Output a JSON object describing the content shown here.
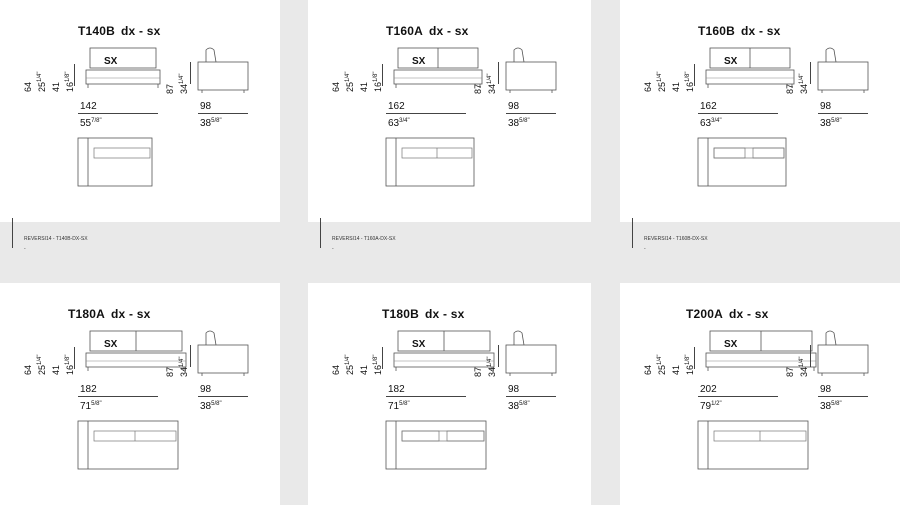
{
  "cards": [
    {
      "code": "T140B",
      "config": "dx - sx",
      "sx": "SX",
      "h_total": "64",
      "h_total_in": "25",
      "h_total_frac": "1/4\"",
      "h_seat": "41",
      "h_seat_in": "16",
      "h_seat_frac": "1/8\"",
      "d_total": "87",
      "d_total_in": "34",
      "d_total_frac": "1/4\"",
      "w_cm": "142",
      "w_in": "55",
      "w_in_frac": "7/8\"",
      "depth_cm": "98",
      "depth_in": "38",
      "depth_in_frac": "5/8\"",
      "footer_ref": "REVERSI14 - T140B-DX-SX",
      "footer_dash": "-"
    },
    {
      "code": "T160A",
      "config": "dx - sx",
      "sx": "SX",
      "h_total": "64",
      "h_total_in": "25",
      "h_total_frac": "1/4\"",
      "h_seat": "41",
      "h_seat_in": "16",
      "h_seat_frac": "1/8\"",
      "d_total": "87",
      "d_total_in": "34",
      "d_total_frac": "1/4\"",
      "w_cm": "162",
      "w_in": "63",
      "w_in_frac": "3/4\"",
      "depth_cm": "98",
      "depth_in": "38",
      "depth_in_frac": "5/8\"",
      "footer_ref": "REVERSI14 - T160A-DX-SX",
      "footer_dash": "-"
    },
    {
      "code": "T160B",
      "config": "dx - sx",
      "sx": "SX",
      "h_total": "64",
      "h_total_in": "25",
      "h_total_frac": "1/4\"",
      "h_seat": "41",
      "h_seat_in": "16",
      "h_seat_frac": "1/8\"",
      "d_total": "87",
      "d_total_in": "34",
      "d_total_frac": "1/4\"",
      "w_cm": "162",
      "w_in": "63",
      "w_in_frac": "3/4\"",
      "depth_cm": "98",
      "depth_in": "38",
      "depth_in_frac": "5/8\"",
      "footer_ref": "REVERSI14 - T160B-DX-SX",
      "footer_dash": "-"
    },
    {
      "code": "T180A",
      "config": "dx - sx",
      "sx": "SX",
      "h_total": "64",
      "h_total_in": "25",
      "h_total_frac": "1/4\"",
      "h_seat": "41",
      "h_seat_in": "16",
      "h_seat_frac": "1/8\"",
      "d_total": "87",
      "d_total_in": "34",
      "d_total_frac": "1/4\"",
      "w_cm": "182",
      "w_in": "71",
      "w_in_frac": "5/8\"",
      "depth_cm": "98",
      "depth_in": "38",
      "depth_in_frac": "5/8\""
    },
    {
      "code": "T180B",
      "config": "dx - sx",
      "sx": "SX",
      "h_total": "64",
      "h_total_in": "25",
      "h_total_frac": "1/4\"",
      "h_seat": "41",
      "h_seat_in": "16",
      "h_seat_frac": "1/8\"",
      "d_total": "87",
      "d_total_in": "34",
      "d_total_frac": "1/4\"",
      "w_cm": "182",
      "w_in": "71",
      "w_in_frac": "5/8\"",
      "depth_cm": "98",
      "depth_in": "38",
      "depth_in_frac": "5/8\""
    },
    {
      "code": "T200A",
      "config": "dx - sx",
      "sx": "SX",
      "h_total": "64",
      "h_total_in": "25",
      "h_total_frac": "1/4\"",
      "h_seat": "41",
      "h_seat_in": "16",
      "h_seat_frac": "1/8\"",
      "d_total": "87",
      "d_total_in": "34",
      "d_total_frac": "1/4\"",
      "w_cm": "202",
      "w_in": "79",
      "w_in_frac": "1/2\"",
      "depth_cm": "98",
      "depth_in": "38",
      "depth_in_frac": "5/8\""
    }
  ]
}
